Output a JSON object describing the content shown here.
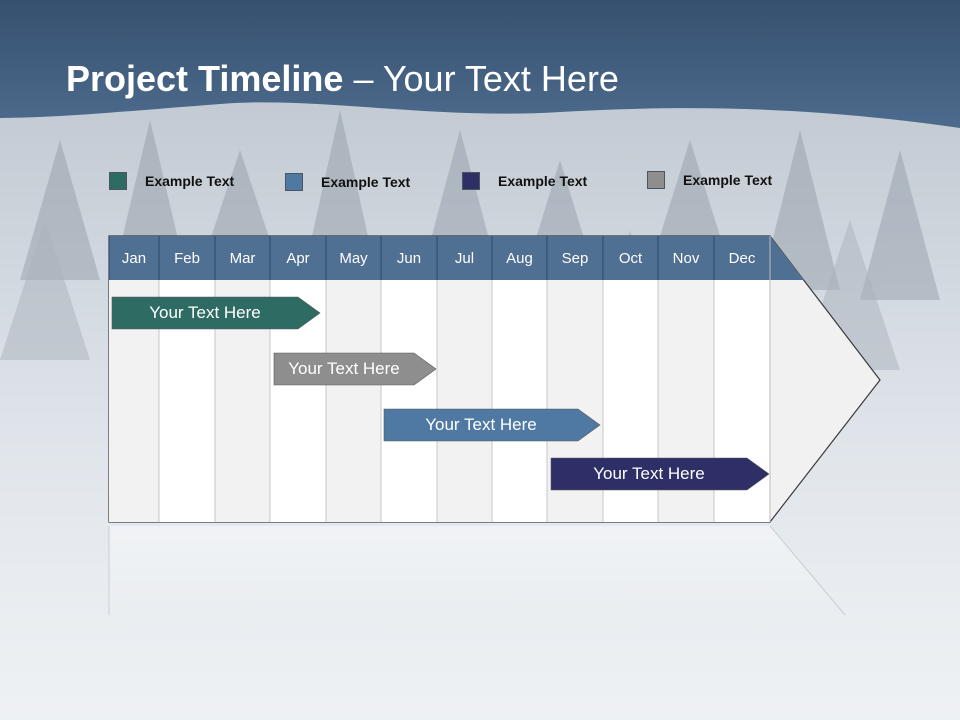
{
  "slide": {
    "title_bold": "Project Timeline",
    "title_rest": " – Your Text Here"
  },
  "legend": [
    {
      "label": "Example Text",
      "color": "#2e6b63"
    },
    {
      "label": "Example Text",
      "color": "#4f79a3"
    },
    {
      "label": "Example Text",
      "color": "#2d2f66"
    },
    {
      "label": "Example Text",
      "color": "#8e8e8e"
    }
  ],
  "months": [
    "Jan",
    "Feb",
    "Mar",
    "Apr",
    "May",
    "Jun",
    "Jul",
    "Aug",
    "Sep",
    "Oct",
    "Nov",
    "Dec"
  ],
  "tasks": [
    {
      "label": "Your  Text Here",
      "color": "#2e6b63"
    },
    {
      "label": "Your  Text Here",
      "color": "#8e8e8e"
    },
    {
      "label": "Your  Text Here",
      "color": "#4f79a3"
    },
    {
      "label": "Your  Text Here",
      "color": "#2d2f66"
    }
  ],
  "colors": {
    "header": "#4f6f93",
    "band": "#3d5f85"
  }
}
